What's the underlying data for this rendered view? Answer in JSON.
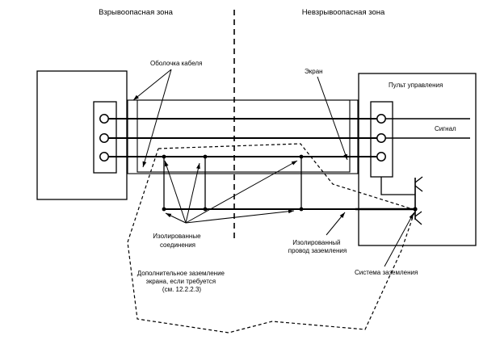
{
  "zones": {
    "hazardous": "Взрывоопасная зона",
    "safe": "Невзрывоопасная зона"
  },
  "labels": {
    "cable_sheath": "Оболочка кабеля",
    "screen": "Экран",
    "control_panel": "Пульт управления",
    "signal": "Сигнал",
    "insulated_connections": [
      "Изолированные",
      "соединения"
    ],
    "insulated_ground_wire": [
      "Изолированный",
      "провод заземления"
    ],
    "additional_grounding": [
      "Дополнительное заземление",
      "экрана, если требуется",
      "(см. 12.2.2.3)"
    ],
    "grounding_system": "Система заземления"
  },
  "colors": {
    "line": "#000000",
    "background": "#ffffff"
  }
}
